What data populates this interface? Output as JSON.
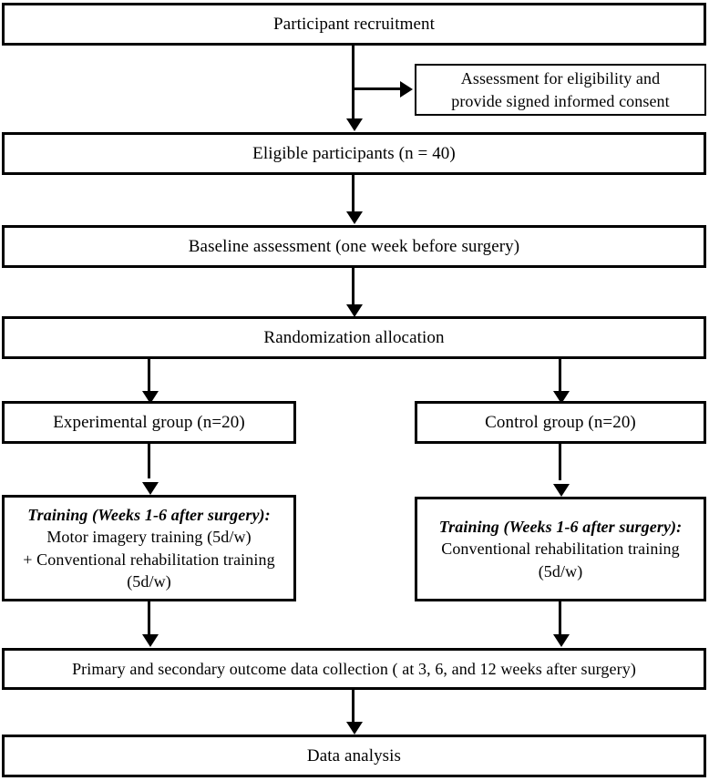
{
  "diagram": {
    "title": "CONSORT-style participant flow diagram",
    "stroke_color": "#000000",
    "background_color": "#ffffff",
    "nodes": {
      "recruitment": {
        "label": "Participant recruitment"
      },
      "eligibility": {
        "line1": "Assessment for eligibility and",
        "line2": "provide signed informed consent"
      },
      "eligible_participants": {
        "label": "Eligible participants (n = 40)"
      },
      "baseline": {
        "label": "Baseline assessment (one week before surgery)"
      },
      "randomization": {
        "label": "Randomization allocation"
      },
      "experimental_group": {
        "label": "Experimental group (n=20)"
      },
      "control_group": {
        "label": "Control group (n=20)"
      },
      "experimental_training": {
        "line1": "Training (Weeks 1-6 after surgery):",
        "line2": "Motor imagery training (5d/w)",
        "line3": "+ Conventional rehabilitation training",
        "line4": "(5d/w)"
      },
      "control_training": {
        "line1": "Training (Weeks 1-6 after surgery):",
        "line2": "Conventional rehabilitation training",
        "line3": "(5d/w)"
      },
      "outcome_collection": {
        "label": "Primary and secondary outcome data collection ( at 3, 6, and 12 weeks after surgery)"
      },
      "data_analysis": {
        "label": "Data analysis"
      }
    },
    "connectors": [
      {
        "name": "recruitment-to-eligible",
        "type": "arrow-down"
      },
      {
        "name": "recruitment-to-assessment",
        "type": "arrow-right"
      },
      {
        "name": "eligible-to-baseline",
        "type": "arrow-down"
      },
      {
        "name": "baseline-to-randomization",
        "type": "arrow-down"
      },
      {
        "name": "randomization-to-experimental",
        "type": "arrow-down"
      },
      {
        "name": "randomization-to-control",
        "type": "arrow-down"
      },
      {
        "name": "experimental-to-training",
        "type": "arrow-down"
      },
      {
        "name": "control-to-training",
        "type": "arrow-down"
      },
      {
        "name": "experimental-training-to-outcome",
        "type": "arrow-down"
      },
      {
        "name": "control-training-to-outcome",
        "type": "arrow-down"
      },
      {
        "name": "outcome-to-analysis",
        "type": "arrow-down"
      }
    ]
  }
}
